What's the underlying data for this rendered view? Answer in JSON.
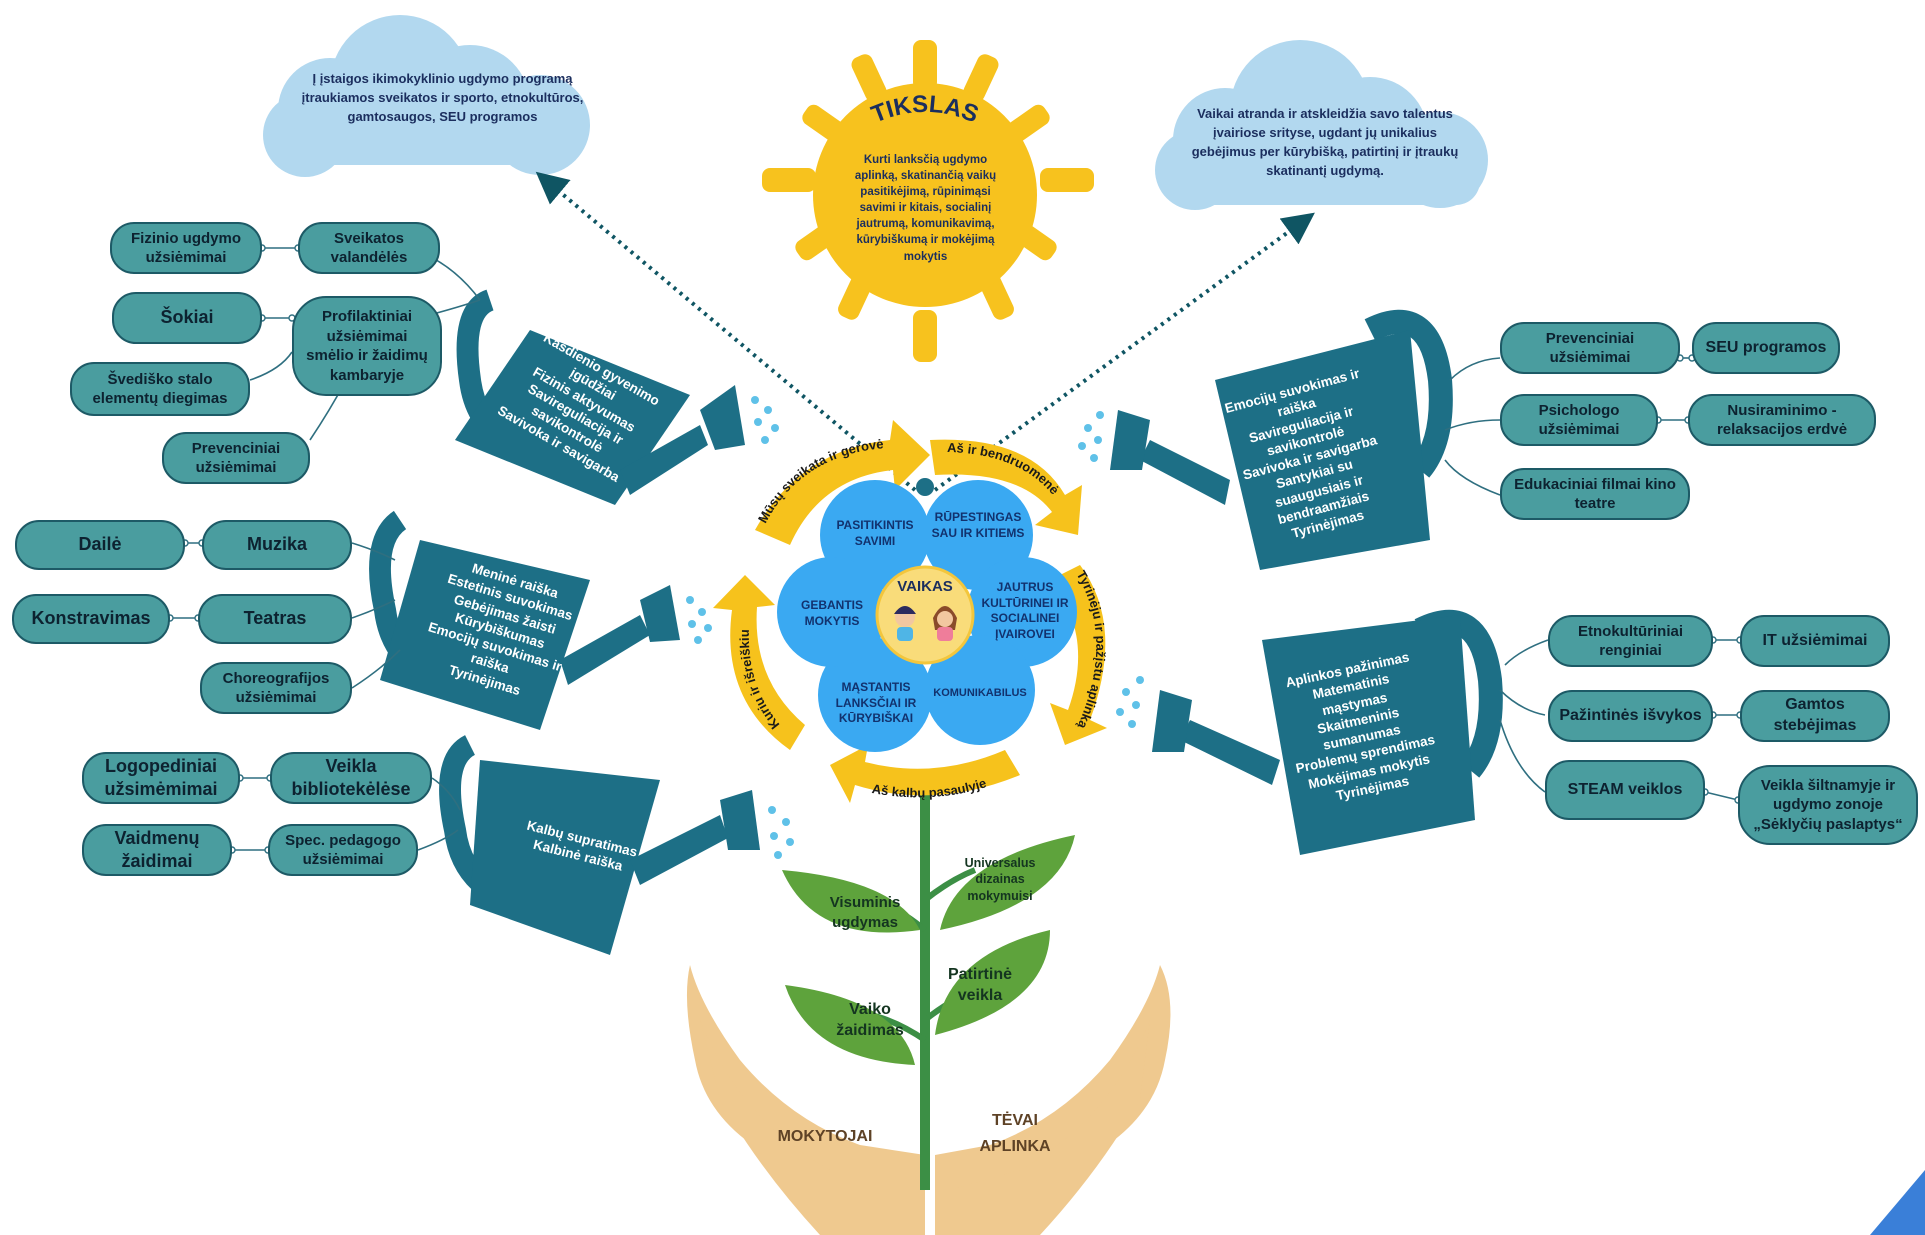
{
  "goal": {
    "title": "TIKSLAS",
    "text": "Kurti lanksčią ugdymo aplinką, skatinančią vaikų pasitikėjimą, rūpinimąsi savimi ir kitais, socialinį jautrumą, komunikavimą, kūrybiškumą ir mokėjimą mokytis"
  },
  "clouds": {
    "left": "Į įstaigos ikimokyklinio ugdymo programą įtraukiamos sveikatos ir sporto, etnokultūros, gamtosaugos, SEU programos",
    "right": "Vaikai atranda ir atskleidžia savo talentus įvairiose srityse, ugdant jų unikalius gebėjimus per kūrybišką, patirtinį ir įtraukų skatinantį ugdymą."
  },
  "flower": {
    "center": "VAIKAS",
    "petals": [
      "PASITIKINTIS SAVIMI",
      "RŪPESTINGAS SAU IR KITIEMS",
      "JAUTRUS KULTŪRINEI IR SOCIALINEI ĮVAIROVEI",
      "KOMUNIKABILUS",
      "MĄSTANTIS LANKSČIAI IR KŪRYBIŠKAI",
      "GEBANTIS MOKYTIS"
    ]
  },
  "arrows": {
    "health": "Mūsų sveikata ir gerovė",
    "community": "Aš ir bendruomenė",
    "explore": "Tyrinėju ir pažįstu aplinką",
    "language": "Aš kalbų pasaulyje",
    "create": "Kuriu ir išreiškiu"
  },
  "cans": {
    "health": "Kasdienio gyvenimo\nįgūdžiai\nFizinis aktyvumas\nSavireguliacija ir\nsavikontrolė\nSavivoka ir savigarba",
    "create": "Meninė raiška\nEstetinis suvokimas\nGebėjimas žaisti\nKūrybiškumas\nEmocijų suvokimas ir\nraiška\nTyrinėjimas",
    "language": "Kalbų supratimas\nKalbinė raiška",
    "community": "Emocijų suvokimas ir\nraiška\nSavireguliacija ir\nsavikontrolė\nSavivoka ir savigarba\nSantykiai su\nsuaugusiais ir\nbendraamžiais\nTyrinėjimas",
    "explore": "Aplinkos pažinimas\nMatematinis\nmąstymas\nSkaitmeninis\nsumanumas\nProblemų sprendimas\nMokėjimas mokytis\nTyrinėjimas"
  },
  "activities": {
    "health": [
      "Fizinio ugdymo užsiėmimai",
      "Sveikatos valandėlės",
      "Šokiai",
      "Profilaktiniai užsiėmimai smėlio ir žaidimų kambaryje",
      "Švediško stalo elementų diegimas",
      "Prevenciniai užsiėmimai"
    ],
    "create": [
      "Dailė",
      "Muzika",
      "Konstravimas",
      "Teatras",
      "Choreografijos užsiėmimai"
    ],
    "language": [
      "Logopediniai užsimėmimai",
      "Veikla bibliotekėlėse",
      "Vaidmenų žaidimai",
      "Spec. pedagogo užsiėmimai"
    ],
    "community": [
      "Prevenciniai užsiėmimai",
      "SEU programos",
      "Psichologo užsiėmimai",
      "Nusiraminimo - relaksacijos erdvė",
      "Edukaciniai filmai kino teatre"
    ],
    "explore": [
      "Etnokultūriniai renginiai",
      "IT užsiėmimai",
      "Pažintinės išvykos",
      "Gamtos stebėjimas",
      "STEAM veiklos",
      "Veikla šiltnamyje ir ugdymo zonoje „Sėklyčių paslaptys“"
    ]
  },
  "leaves": [
    "Universalus dizainas mokymuisi",
    "Visuminis ugdymas",
    "Patirtinė veikla",
    "Vaiko žaidimas"
  ],
  "hands": {
    "left": "MOKYTOJAI",
    "right": "TĖVAI APLINKA"
  },
  "colors": {
    "sun": "#f7c21e",
    "cloud": "#b2d8ef",
    "petal": "#3aa9f2",
    "center": "#f9dc7a",
    "arrow": "#f6c21c",
    "can": "#1d6f86",
    "pill": "#4a9d9f",
    "leaf": "#5ea33c",
    "stem": "#3c8f45",
    "hand": "#efc98f"
  }
}
